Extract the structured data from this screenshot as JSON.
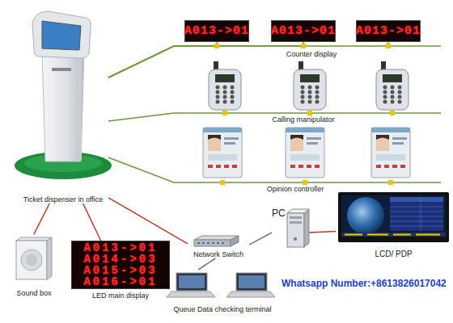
{
  "diagram": {
    "nodes": [
      {
        "text": [
          "Ticket dispenser in office"
        ]
      },
      {
        "text": [
          "A013->01"
        ]
      },
      {
        "text": [
          "A013->01"
        ]
      },
      {
        "text": [
          "A013->01"
        ]
      },
      {
        "text": [
          "Sound box"
        ]
      },
      {
        "text": [
          "A013->01",
          "A014->03",
          "A015->03",
          "A016->01",
          "LED main display"
        ]
      },
      {
        "text": [
          "Network Switch"
        ]
      },
      {
        "text": [
          "PC"
        ]
      },
      {
        "text": [
          "LCD/ PDP"
        ]
      },
      {
        "text": [
          "Queue Data checking terminal"
        ]
      }
    ],
    "edges": [
      {
        "from": 0,
        "to": 1,
        "arrow": "none"
      },
      {
        "from": 0,
        "to": 2,
        "arrow": "none"
      },
      {
        "from": 0,
        "to": 3,
        "arrow": "none"
      },
      {
        "from": 0,
        "to": 4,
        "arrow": "none"
      },
      {
        "from": 0,
        "to": 5,
        "arrow": "none"
      },
      {
        "from": 0,
        "to": 6,
        "arrow": "none"
      },
      {
        "from": 6,
        "to": 7,
        "arrow": "none"
      },
      {
        "from": 7,
        "to": 8,
        "arrow": "none"
      },
      {
        "from": 6,
        "to": 9,
        "arrow": "none"
      }
    ],
    "labels": [
      "Counter display",
      "Calling manipulator",
      "Opinion controller",
      "Whatsapp Number:+8613826017042"
    ]
  }
}
